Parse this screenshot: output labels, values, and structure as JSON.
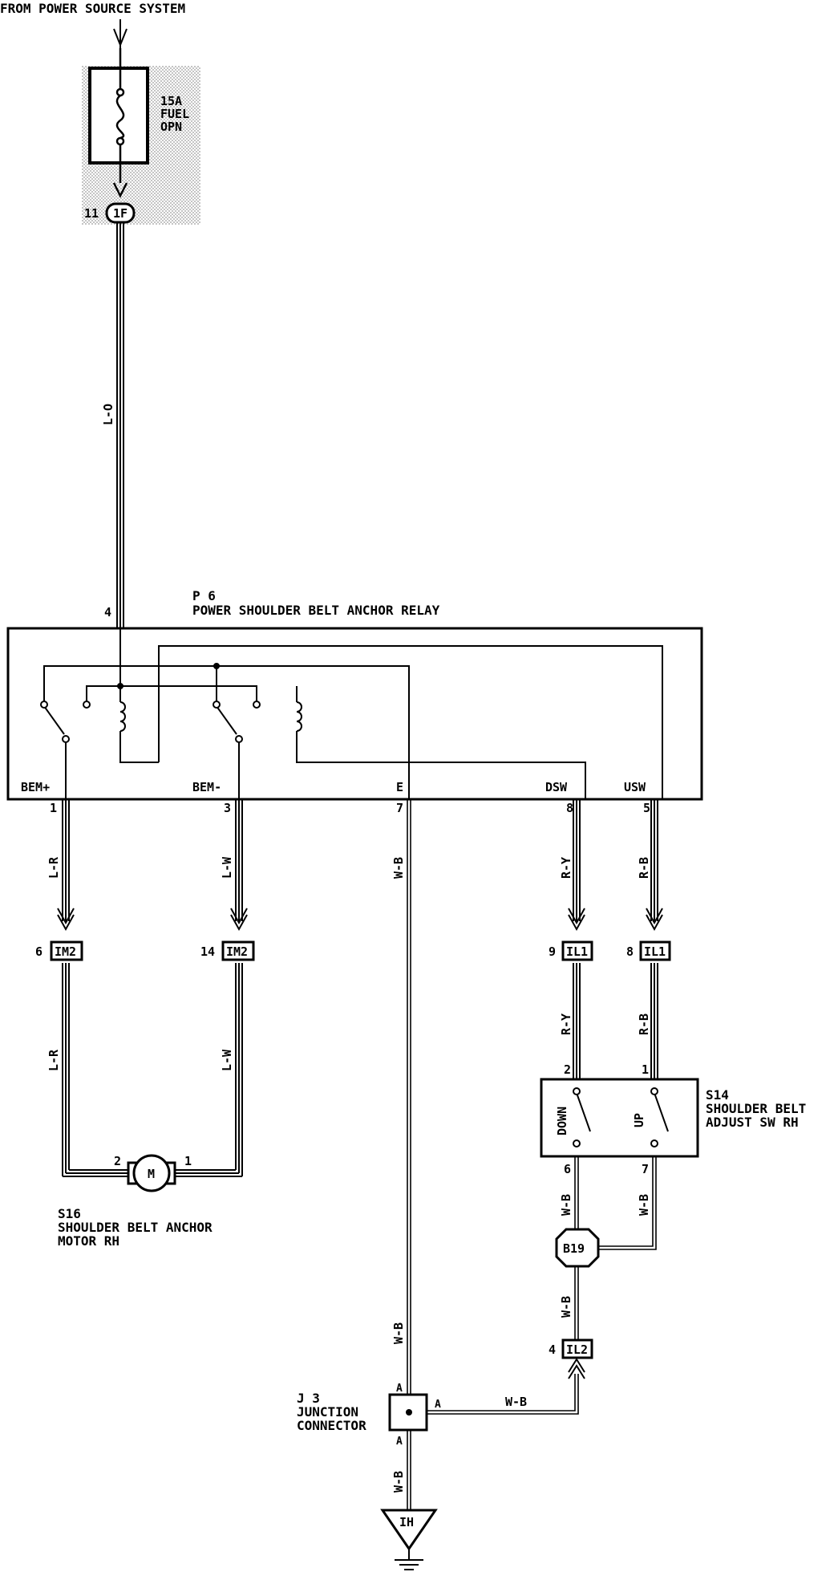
{
  "header": {
    "source_label": "FROM POWER SOURCE SYSTEM"
  },
  "fuse": {
    "rating": "15A",
    "name_line1": "FUEL",
    "name_line2": "OPN",
    "connector": "1F",
    "pin": "11"
  },
  "relay": {
    "code": "P 6",
    "name": "POWER SHOULDER BELT ANCHOR RELAY",
    "input_pin": "4",
    "terminals": [
      {
        "name": "BEM+",
        "pin": "1"
      },
      {
        "name": "BEM-",
        "pin": "3"
      },
      {
        "name": "E",
        "pin": "7"
      },
      {
        "name": "DSW",
        "pin": "8"
      },
      {
        "name": "USW",
        "pin": "5"
      }
    ]
  },
  "wires": {
    "supply": "L-O",
    "bem_plus": "L-R",
    "bem_minus": "L-W",
    "ground": "W-B",
    "dsw": "R-Y",
    "usw": "R-B"
  },
  "connectors": {
    "im2_a": {
      "id": "IM2",
      "pin": "6"
    },
    "im2_b": {
      "id": "IM2",
      "pin": "14"
    },
    "il1_a": {
      "id": "IL1",
      "pin": "9"
    },
    "il1_b": {
      "id": "IL1",
      "pin": "8"
    },
    "il2": {
      "id": "IL2",
      "pin": "4"
    },
    "b19": "B19",
    "ground_point": "IH"
  },
  "motor": {
    "symbol": "M",
    "pin_left": "2",
    "pin_right": "1",
    "code": "S16",
    "name_line1": "SHOULDER BELT ANCHOR",
    "name_line2": "MOTOR RH"
  },
  "switch": {
    "code": "S14",
    "name_line1": "SHOULDER BELT",
    "name_line2": "ADJUST SW RH",
    "down_label": "DOWN",
    "up_label": "UP",
    "pin_down_in": "2",
    "pin_up_in": "1",
    "pin_down_out": "6",
    "pin_up_out": "7"
  },
  "junction": {
    "code": "J 3",
    "name_line1": "JUNCTION",
    "name_line2": "CONNECTOR",
    "pin_label": "A"
  }
}
